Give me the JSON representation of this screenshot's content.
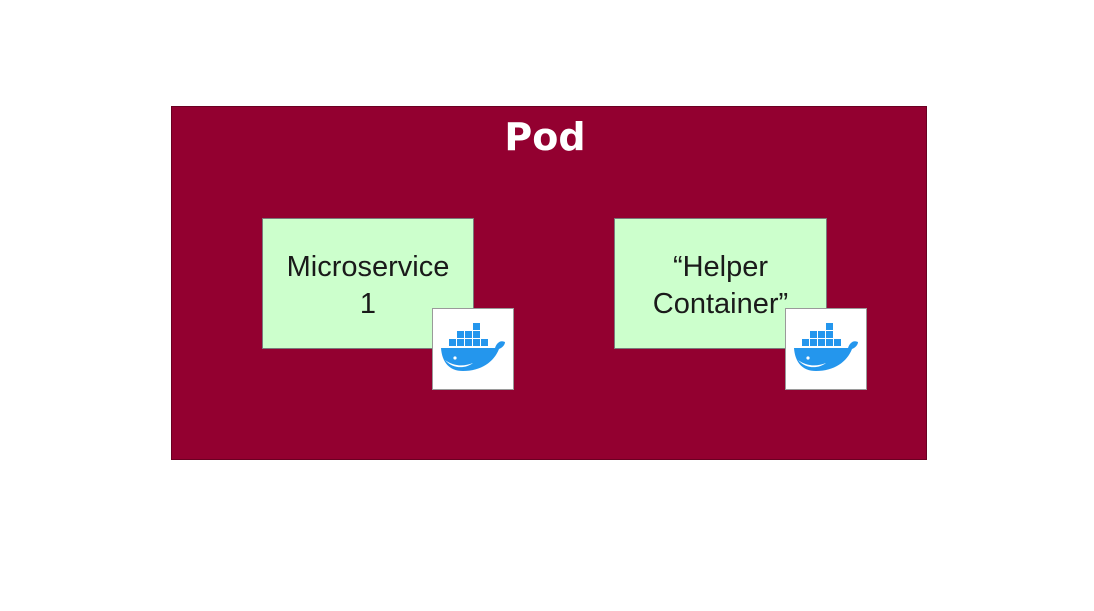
{
  "pod": {
    "title": "Pod",
    "color": "#930030"
  },
  "containers": [
    {
      "line1": "Microservice",
      "line2": "1",
      "fill": "#ccffcc",
      "icon": "docker-whale-icon"
    },
    {
      "line1": "“Helper",
      "line2": "Container”",
      "fill": "#ccffcc",
      "icon": "docker-whale-icon"
    }
  ],
  "docker_color": "#2496ed"
}
